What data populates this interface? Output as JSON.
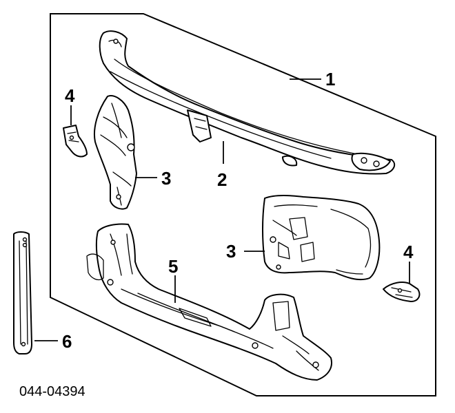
{
  "callouts": {
    "p1": "1",
    "p2": "2",
    "p3_left": "3",
    "p3_right": "3",
    "p4_left": "4",
    "p4_right": "4",
    "p5": "5",
    "p6": "6"
  },
  "document_number": "044-04394",
  "colors": {
    "line": "#000000",
    "background": "#ffffff"
  }
}
